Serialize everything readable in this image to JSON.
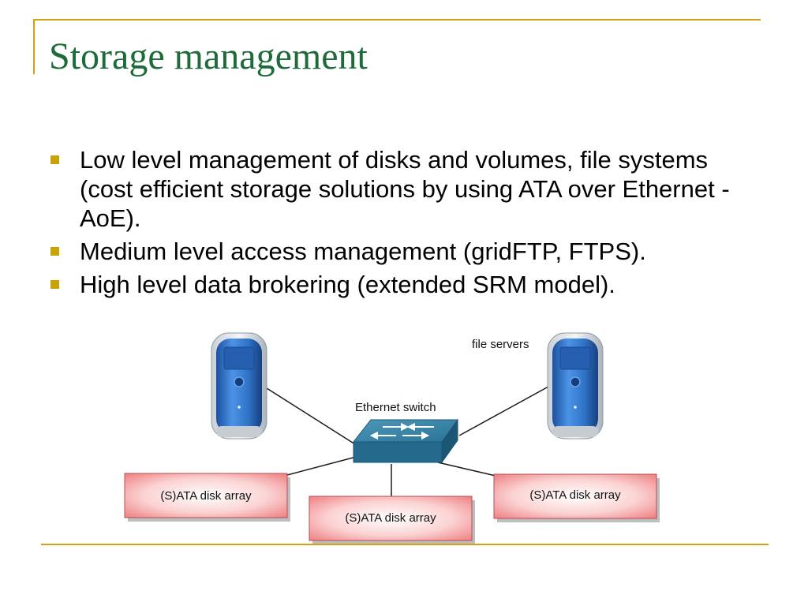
{
  "slide": {
    "title": "Storage management",
    "bullets": [
      {
        "text": "Low level management of disks and volumes, file systems (cost efficient storage solutions by using ATA over Ethernet - AoE)."
      },
      {
        "text": "Medium level access management (gridFTP, FTPS)."
      },
      {
        "text": "High level data brokering (extended SRM model)."
      }
    ]
  },
  "diagram": {
    "file_servers_label": "file servers",
    "switch_label": "Ethernet switch",
    "disk_arrays": [
      {
        "label": "(S)ATA disk array"
      },
      {
        "label": "(S)ATA disk array"
      },
      {
        "label": "(S)ATA disk array"
      }
    ]
  },
  "colors": {
    "accent_rule": "#d4a017",
    "title": "#1e6b3a",
    "bullet_marker": "#c8a400",
    "switch": "#2a7396",
    "disk_array": "#f08a8a",
    "server": "#2f73c7"
  }
}
